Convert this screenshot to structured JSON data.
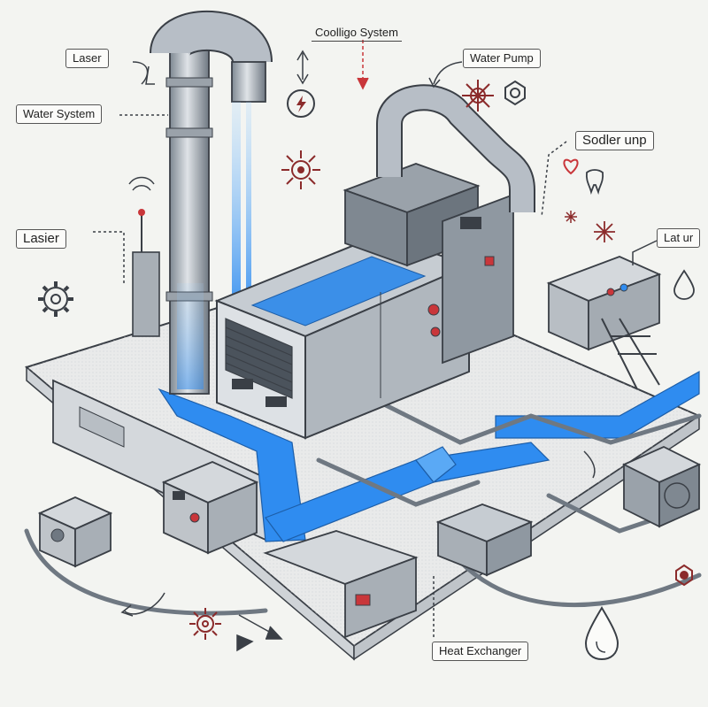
{
  "labels": {
    "cooling_system": "Coolligo System",
    "laser_top": "Laser",
    "water_pump": "Water Pump",
    "water_system": "Water System",
    "sodler_unp": "Sodler unp",
    "laser_left": "Lasier",
    "lat_ur": "Lat ur",
    "heat_exchanger": "Heat Exchanger"
  },
  "colors": {
    "water": "#2f8cf0",
    "water_light": "#8cc7ff",
    "metal": "#b7bec6",
    "metal_dark": "#7c858f",
    "outline": "#3a3f46",
    "accent_red": "#c9363a",
    "background": "#f3f4f1"
  },
  "icons": [
    "gear-icon",
    "snowflake-icon",
    "heart-icon",
    "tooth-icon",
    "water-drop-icon",
    "lightning-icon",
    "fan-icon"
  ]
}
